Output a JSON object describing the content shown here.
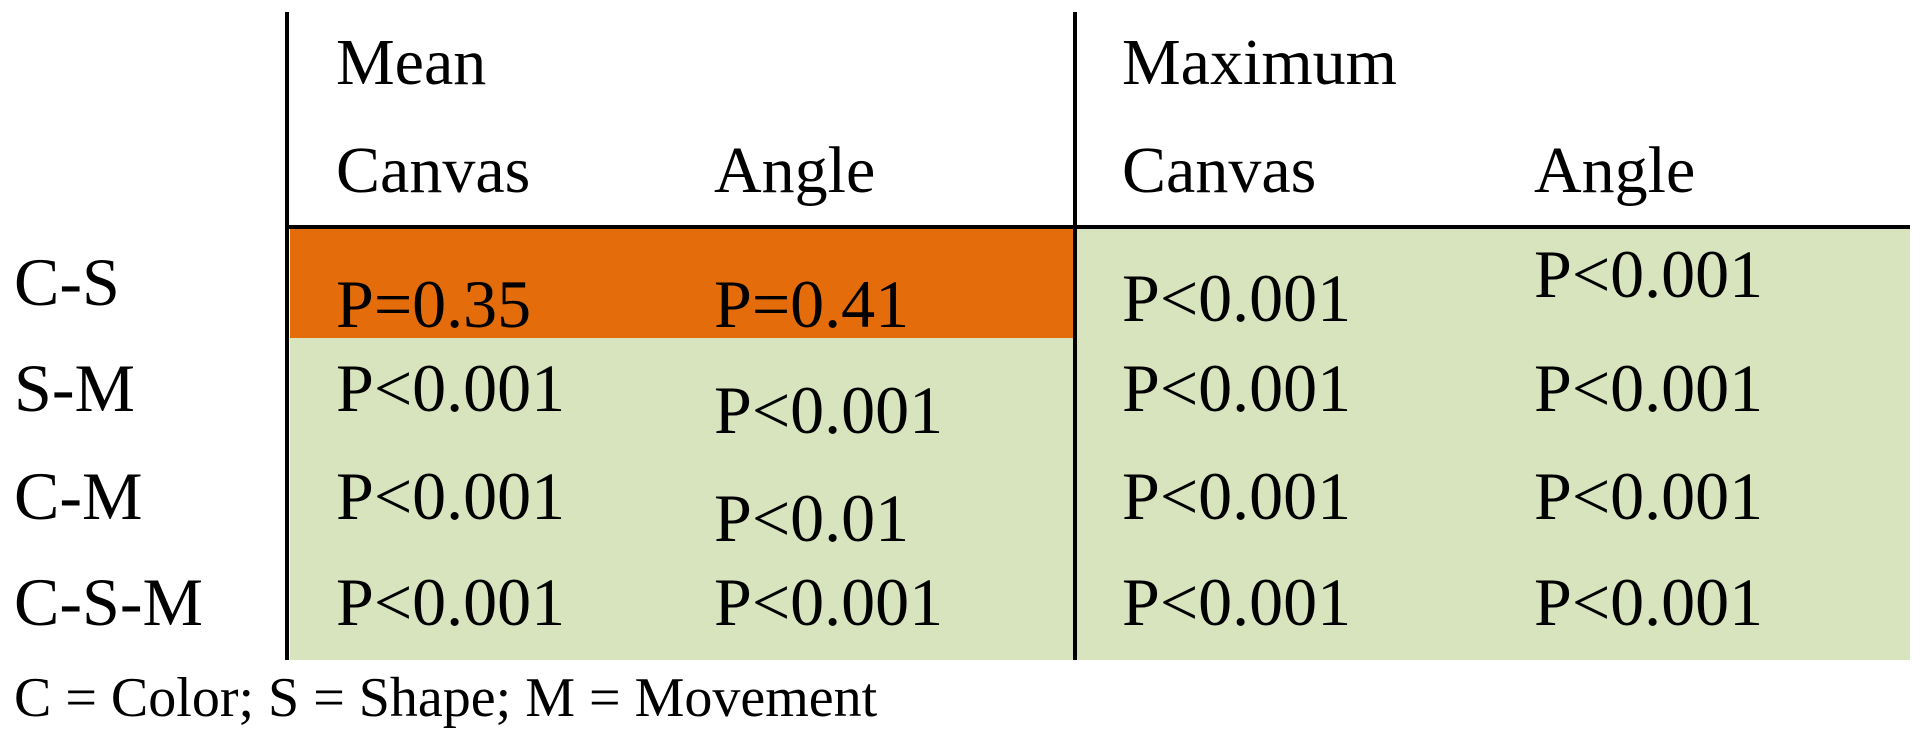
{
  "colors": {
    "highlight": "#E46C0A",
    "significant": "#D7E4BD",
    "text": "#000000",
    "rules": "#000000"
  },
  "table": {
    "group_headers": [
      "Mean",
      "Maximum"
    ],
    "sub_headers": [
      "Canvas",
      "Angle",
      "Canvas",
      "Angle"
    ],
    "rows": [
      {
        "label": "C-S",
        "cells": [
          "P=0.35",
          "P=0.41",
          "P<0.001",
          "P<0.001"
        ]
      },
      {
        "label": "S-M",
        "cells": [
          "P<0.001",
          "P<0.001",
          "P<0.001",
          "P<0.001"
        ]
      },
      {
        "label": "C-M",
        "cells": [
          "P<0.001",
          "P<0.01",
          "P<0.001",
          "P<0.001"
        ]
      },
      {
        "label": "C-S-M",
        "cells": [
          "P<0.001",
          "P<0.001",
          "P<0.001",
          "P<0.001"
        ]
      }
    ],
    "highlighted_cells": [
      [
        0,
        0
      ],
      [
        0,
        1
      ]
    ]
  },
  "footnote": "C = Color; S = Shape; M = Movement"
}
